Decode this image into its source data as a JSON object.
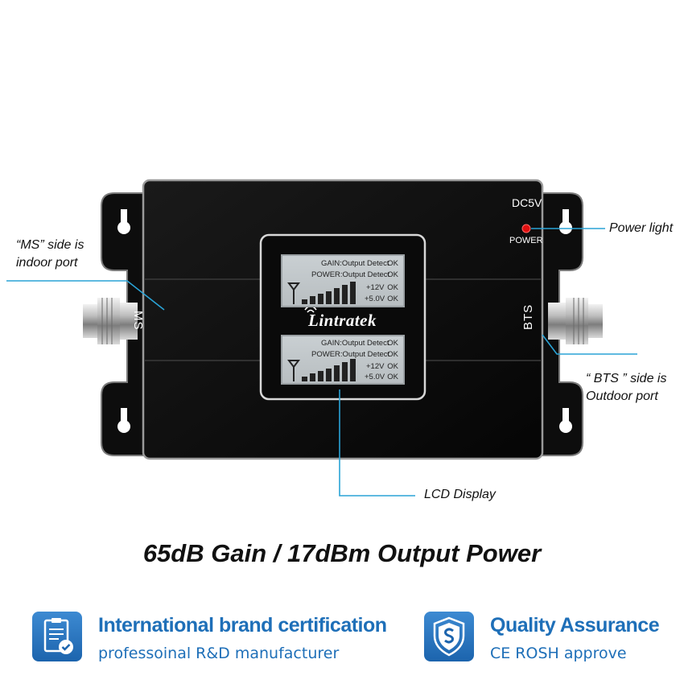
{
  "device": {
    "power_connector_label": "DC5V",
    "power_led_label": "POWER",
    "left_port_label": "MS",
    "right_port_label": "BTS",
    "brand": "Lintratek",
    "lcd_upper": {
      "rows": [
        {
          "text": "GAIN:Output Detect",
          "status": "OK"
        },
        {
          "text": "POWER:Output Detect",
          "status": "OK"
        },
        {
          "text": "+12V",
          "status": "OK"
        },
        {
          "text": "+5.0V",
          "status": "OK"
        }
      ]
    },
    "lcd_lower": {
      "rows": [
        {
          "text": "GAIN:Output Detect",
          "status": "OK"
        },
        {
          "text": "POWER:Output Detect",
          "status": "OK"
        },
        {
          "text": "+12V",
          "status": "OK"
        },
        {
          "text": "+5.0V",
          "status": "OK"
        }
      ]
    },
    "led_color": "#e01010",
    "callout_line_color": "#2aa3d6"
  },
  "callouts": {
    "ms": {
      "line1": "“MS” side is",
      "line2": "indoor  port"
    },
    "power_light": "Power light",
    "bts": {
      "line1": "“ BTS ” side is",
      "line2": "Outdoor port"
    },
    "lcd": "LCD Display"
  },
  "headline": "65dB Gain / 17dBm Output Power",
  "features": [
    {
      "icon": "certificate-checklist-icon",
      "title": "International brand certification",
      "subtitle": "professoinal R&D manufacturer"
    },
    {
      "icon": "shield-quality-icon",
      "title": "Quality Assurance",
      "subtitle": "CE ROSH approve"
    }
  ],
  "colors": {
    "accent_blue": "#1e6fb8"
  }
}
